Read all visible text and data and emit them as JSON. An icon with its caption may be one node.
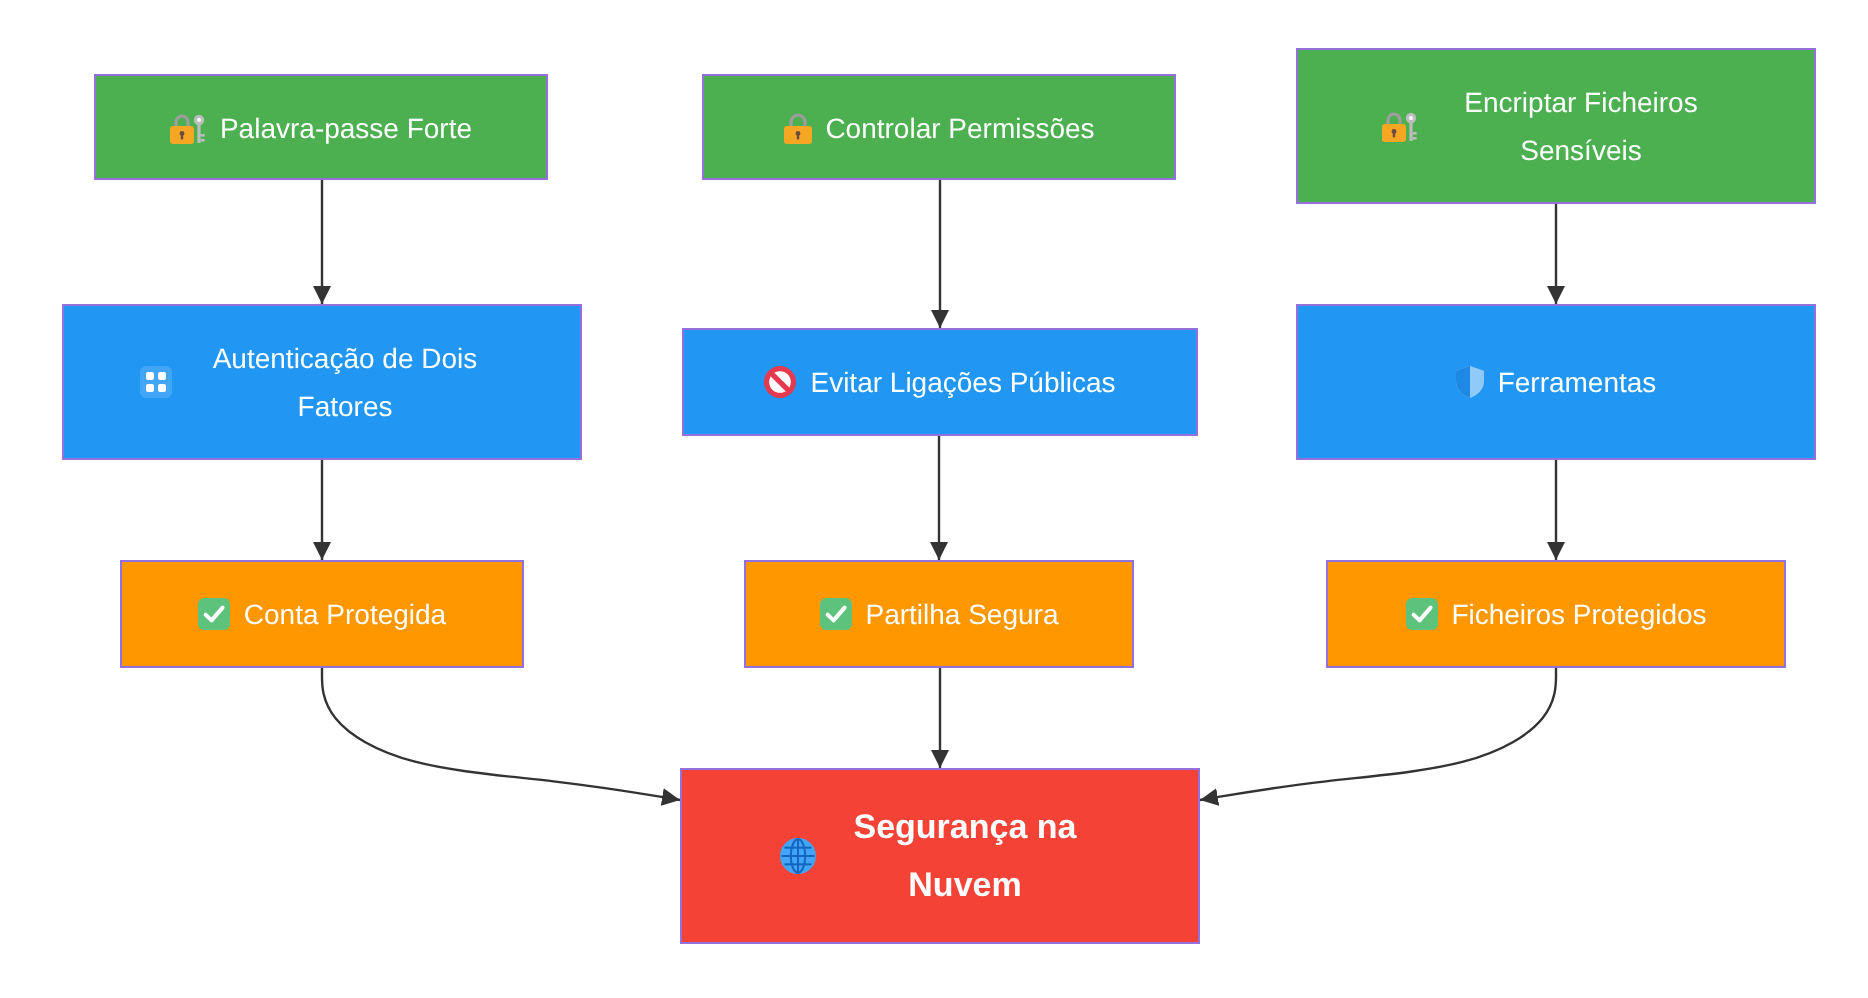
{
  "diagram": {
    "nodes": [
      {
        "text": [
          "Palavra-passe Forte"
        ]
      },
      {
        "text": [
          "Controlar Permissões"
        ]
      },
      {
        "text": [
          "Encriptar Ficheiros Sensíveis"
        ]
      },
      {
        "text": [
          "Autenticação de Dois Fatores"
        ]
      },
      {
        "text": [
          "Evitar Ligações Públicas"
        ]
      },
      {
        "text": [
          "Ferramentas"
        ]
      },
      {
        "text": [
          "Conta Protegida"
        ]
      },
      {
        "text": [
          "Partilha Segura"
        ]
      },
      {
        "text": [
          "Ficheiros Protegidos"
        ]
      },
      {
        "text": [
          "Segurança na Nuvem"
        ]
      }
    ],
    "edges": [
      {
        "from": 0,
        "to": 3,
        "arrow": "to"
      },
      {
        "from": 3,
        "to": 6,
        "arrow": "to"
      },
      {
        "from": 6,
        "to": 9,
        "arrow": "to"
      },
      {
        "from": 1,
        "to": 4,
        "arrow": "to"
      },
      {
        "from": 4,
        "to": 7,
        "arrow": "to"
      },
      {
        "from": 7,
        "to": 9,
        "arrow": "to"
      },
      {
        "from": 2,
        "to": 5,
        "arrow": "to"
      },
      {
        "from": 5,
        "to": 8,
        "arrow": "to"
      },
      {
        "from": 8,
        "to": 9,
        "arrow": "to"
      }
    ]
  }
}
